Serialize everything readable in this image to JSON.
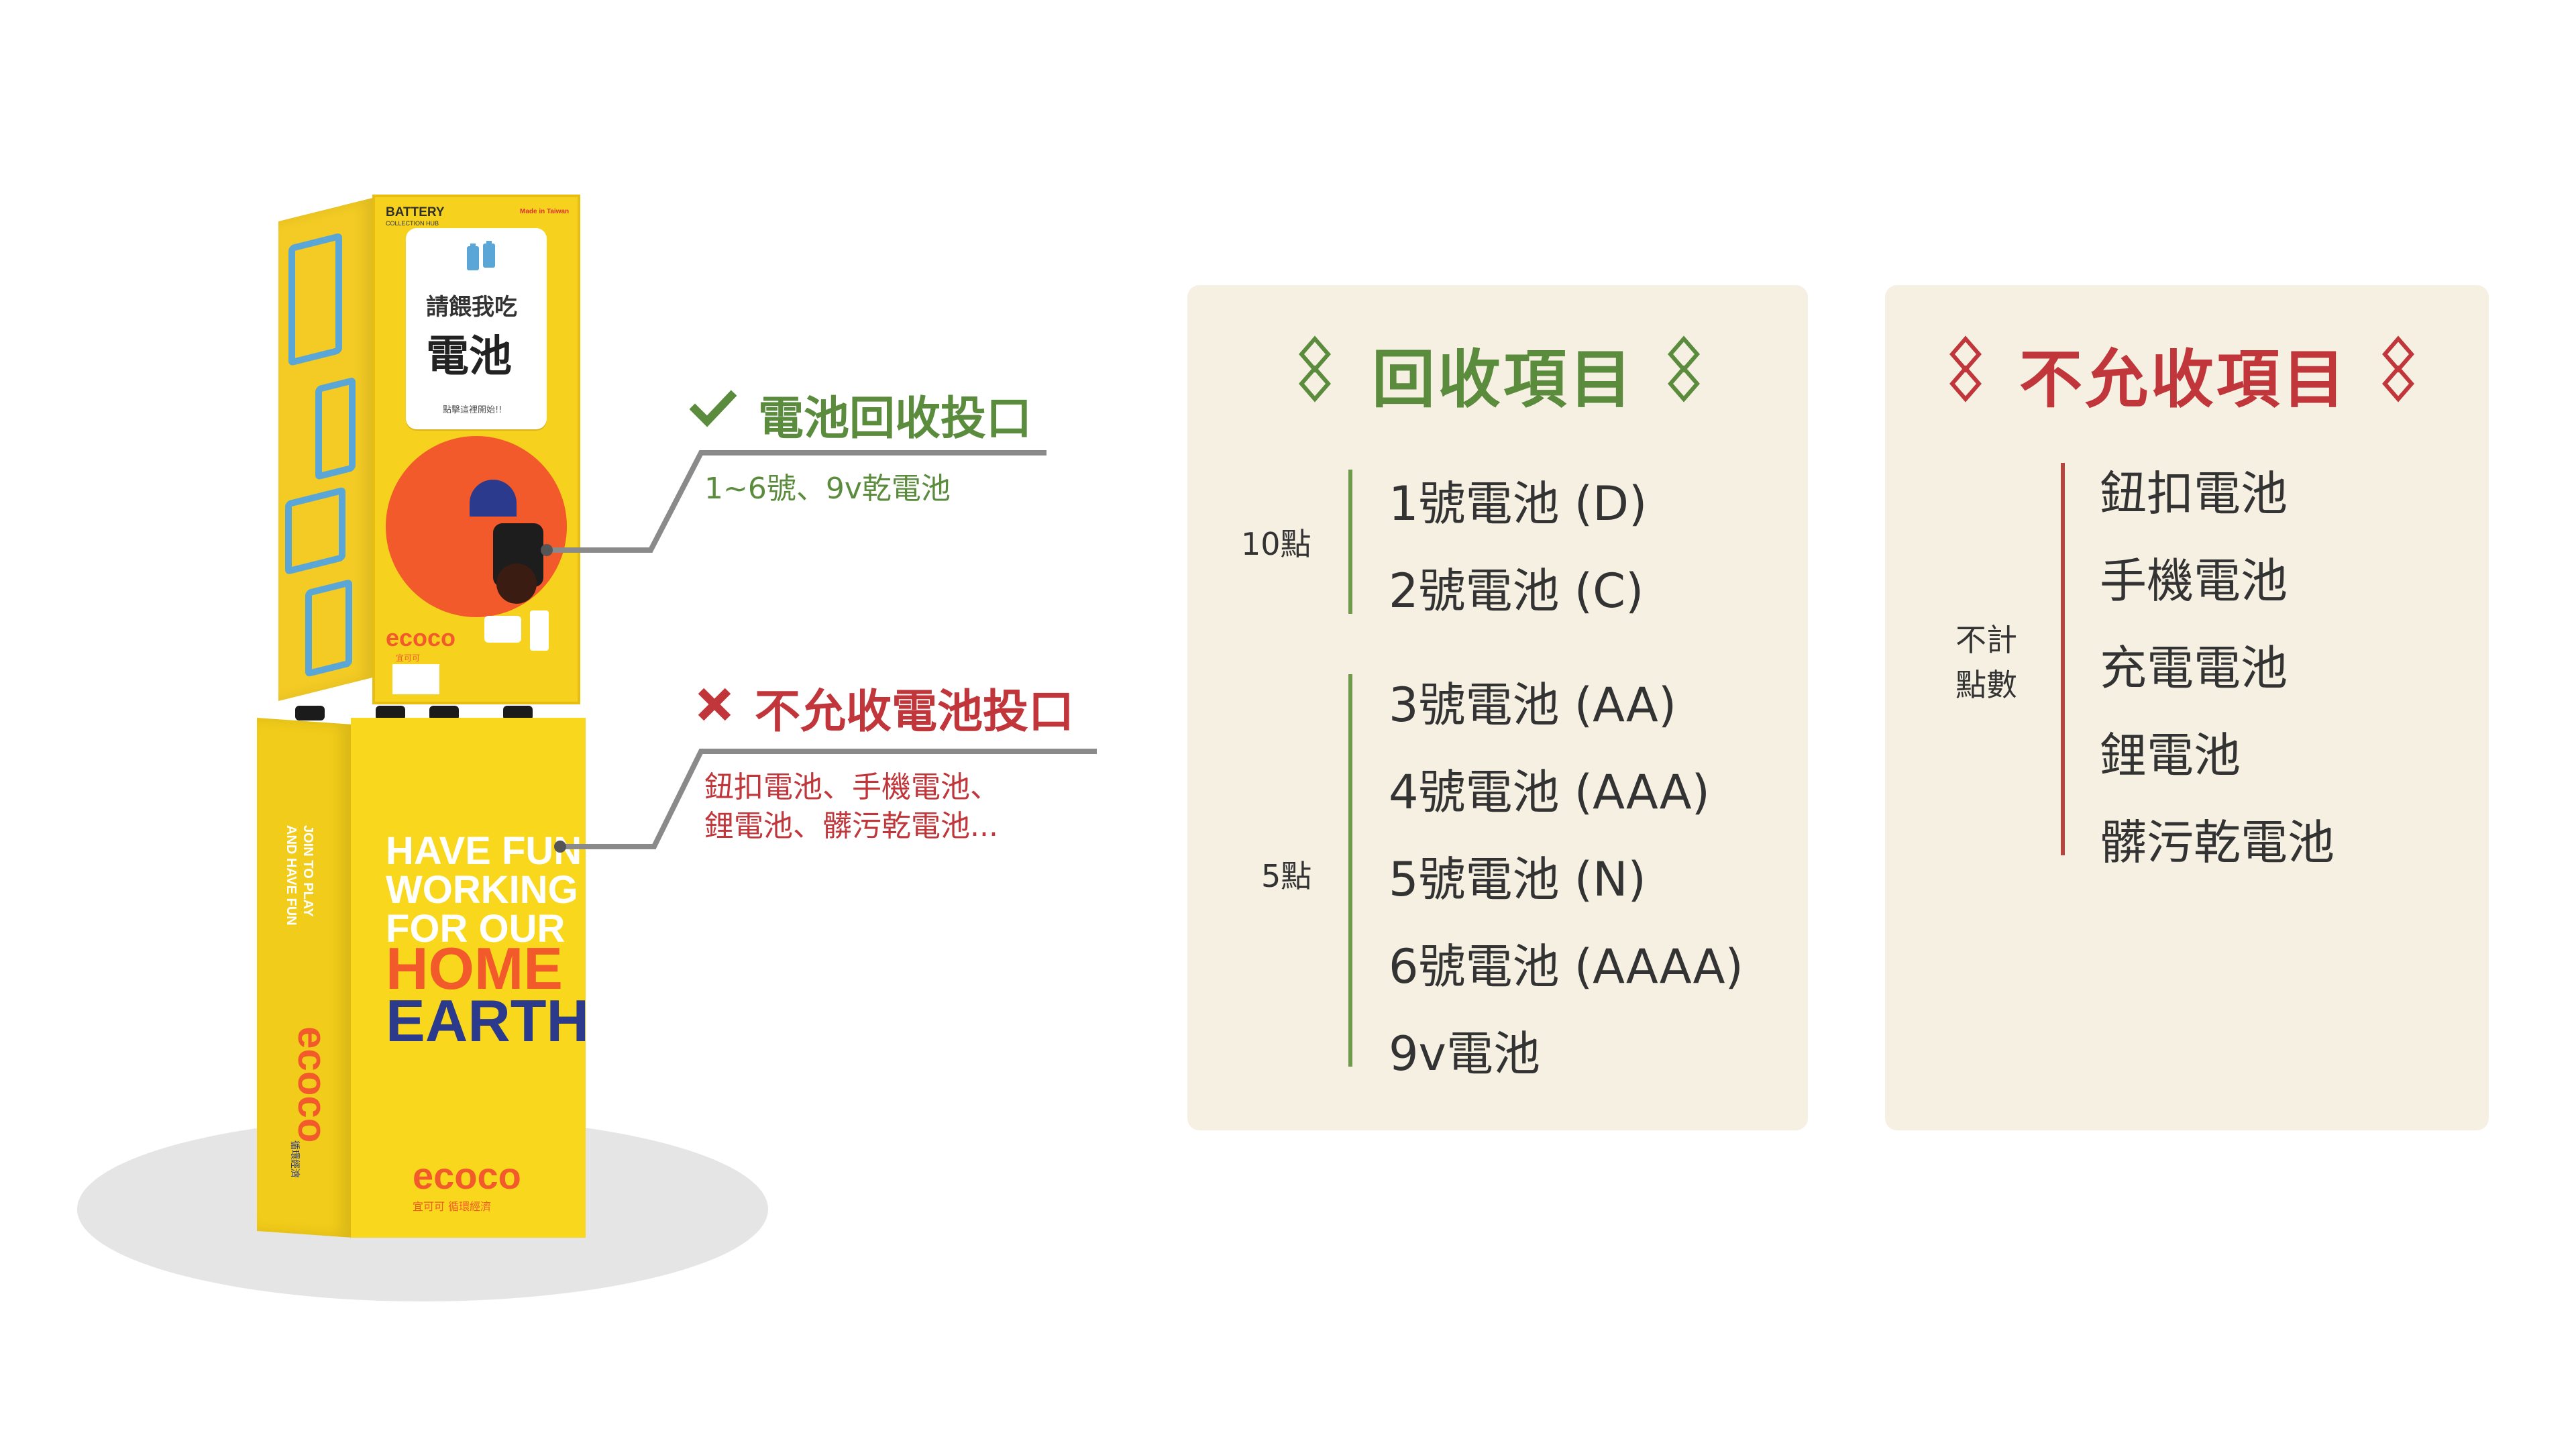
{
  "machine": {
    "brand_line1": "BATTERY",
    "brand_line2": "COLLECTION HUB",
    "made_in": "Made in Taiwan",
    "screen_line1": "請餵我吃",
    "screen_line2": "電池",
    "screen_hint": "點擊這裡開始!!",
    "logo": "ecoco",
    "logo_sub": "宜可可",
    "base_side_text1": "JOIN TO PLAY",
    "base_side_text2": "AND HAVE FUN",
    "slogan_line1": "HAVE FUN",
    "slogan_line2": "WORKING",
    "slogan_line3": "FOR OUR",
    "slogan_line4": "HOME",
    "slogan_line5": "EARTH",
    "base_logo": "ecoco",
    "base_logo_sub": "宜可可 循環經濟",
    "side_logo": "ecoco",
    "side_logo_sub": "循環經濟",
    "colors": {
      "yellow": "#f6d21f",
      "orange": "#f25a2c",
      "navy": "#2b3a8c"
    }
  },
  "callouts": {
    "accept": {
      "icon": "check-icon",
      "title": "電池回收投口",
      "desc": "1~6號、9v乾電池",
      "color": "#5b8b3d"
    },
    "reject": {
      "icon": "cross-icon",
      "title": "不允收電池投口",
      "desc_line1": "鈕扣電池、手機電池、",
      "desc_line2": "鋰電池、髒污乾電池...",
      "color": "#c0363b"
    }
  },
  "recycle_panel": {
    "title": "回收項目",
    "title_color": "#5b8b3d",
    "groups": [
      {
        "points": "10點",
        "items": [
          "1號電池 (D)",
          "2號電池 (C)"
        ]
      },
      {
        "points": "5點",
        "items": [
          "3號電池 (AA)",
          "4號電池 (AAA)",
          "5號電池 (N)",
          "6號電池 (AAAA)",
          "9v電池"
        ]
      }
    ]
  },
  "reject_panel": {
    "title": "不允收項目",
    "title_color": "#c0363b",
    "label_line1": "不計",
    "label_line2": "點數",
    "items": [
      "鈕扣電池",
      "手機電池",
      "充電電池",
      "鋰電池",
      "髒污乾電池"
    ]
  }
}
